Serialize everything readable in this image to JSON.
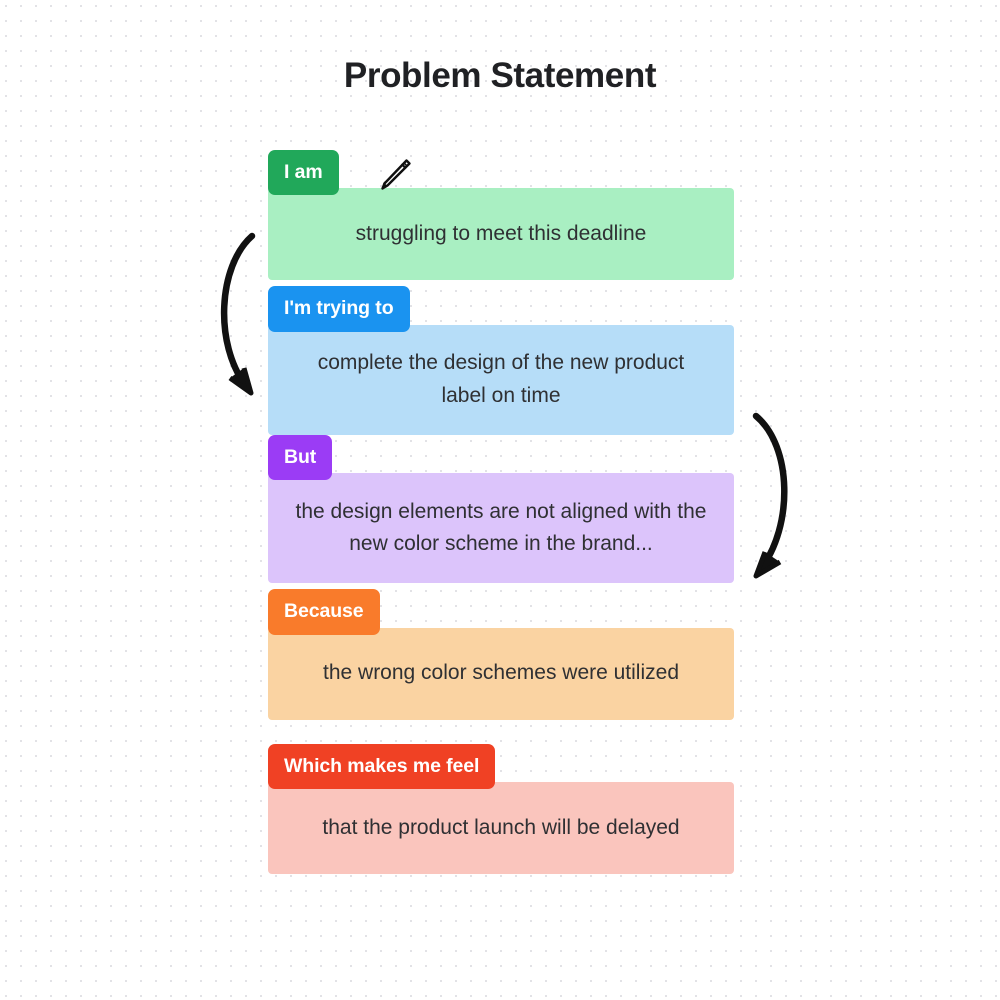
{
  "page": {
    "title": "Problem Statement",
    "background": "#ffffff",
    "dot_color": "#e2e2e6"
  },
  "icons": {
    "pencil": "pencil-icon"
  },
  "arrows": [
    {
      "name": "arrow-left-down",
      "direction": "down-right",
      "color": "#111111"
    },
    {
      "name": "arrow-right-down",
      "direction": "down-left",
      "color": "#111111"
    }
  ],
  "cards": [
    {
      "label": "I am",
      "text": "struggling to meet this deadline",
      "chip_color": "#21a85a",
      "body_color": "#a9efc2",
      "text_color": "#2f3033",
      "label_color": "#ffffff"
    },
    {
      "label": "I'm trying to",
      "text": "complete the design of the new product label on time",
      "chip_color": "#1a93f0",
      "body_color": "#b6ddf8",
      "text_color": "#2f3033",
      "label_color": "#ffffff"
    },
    {
      "label": "But",
      "text": "the design elements are not aligned with the new color scheme in the brand...",
      "chip_color": "#9b3cf5",
      "body_color": "#dcc4fb",
      "text_color": "#2f3033",
      "label_color": "#ffffff"
    },
    {
      "label": "Because",
      "text": "the wrong color schemes were utilized",
      "chip_color": "#f97b2b",
      "body_color": "#fad3a2",
      "text_color": "#2f3033",
      "label_color": "#ffffff"
    },
    {
      "label": "Which makes me feel",
      "text": "that the product launch will be delayed",
      "chip_color": "#f04124",
      "body_color": "#fac5bd",
      "text_color": "#2f3033",
      "label_color": "#ffffff"
    }
  ]
}
